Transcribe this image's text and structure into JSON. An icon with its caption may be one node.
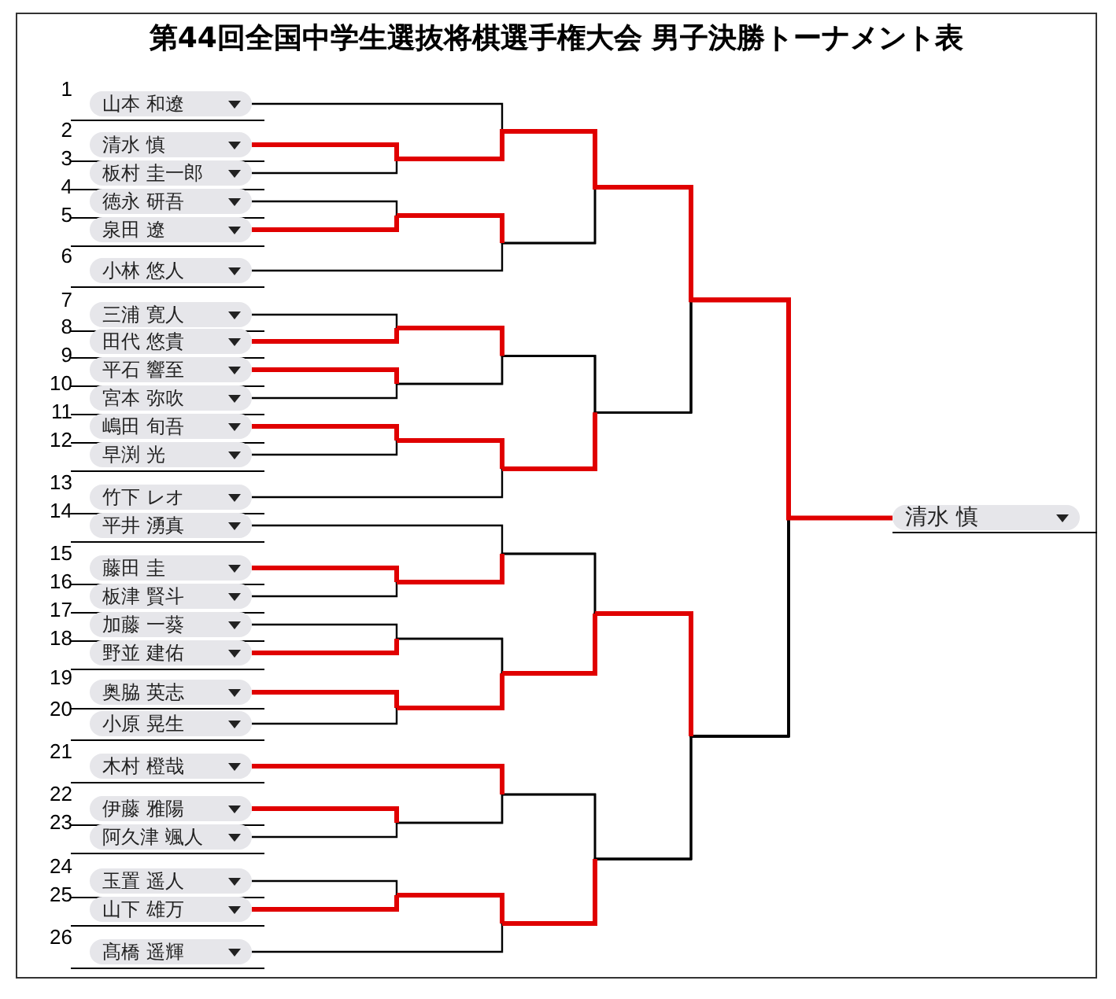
{
  "diagram": {
    "title": "第44回全国中学生選抜将棋選手権大会 男子決勝トーナメント表",
    "nodes": [
      {
        "text": [
          "山本 和遼"
        ]
      },
      {
        "text": [
          "清水 慎"
        ]
      },
      {
        "text": [
          "板村 圭一郎"
        ]
      },
      {
        "text": [
          "徳永 研吾"
        ]
      },
      {
        "text": [
          "泉田 遼"
        ]
      },
      {
        "text": [
          "小林 悠人"
        ]
      },
      {
        "text": [
          "三浦 寛人"
        ]
      },
      {
        "text": [
          "田代 悠貴"
        ]
      },
      {
        "text": [
          "平石 響至"
        ]
      },
      {
        "text": [
          "宮本 弥吹"
        ]
      },
      {
        "text": [
          "嶋田 旬吾"
        ]
      },
      {
        "text": [
          "早渕 光"
        ]
      },
      {
        "text": [
          "竹下 レオ"
        ]
      },
      {
        "text": [
          "平井 湧真"
        ]
      },
      {
        "text": [
          "藤田 圭"
        ]
      },
      {
        "text": [
          "板津 賢斗"
        ]
      },
      {
        "text": [
          "加藤 一葵"
        ]
      },
      {
        "text": [
          "野並 建佑"
        ]
      },
      {
        "text": [
          "奥脇 英志"
        ]
      },
      {
        "text": [
          "小原 晃生"
        ]
      },
      {
        "text": [
          "木村 橙哉"
        ]
      },
      {
        "text": [
          "伊藤 雅陽"
        ]
      },
      {
        "text": [
          "阿久津 颯人"
        ]
      },
      {
        "text": [
          "玉置 遥人"
        ]
      },
      {
        "text": [
          "山下 雄万"
        ]
      },
      {
        "text": [
          "髙橋 遥輝"
        ]
      },
      {
        "text": [
          "清水 慎"
        ]
      }
    ],
    "edges": [
      {
        "from": 0,
        "to": 26,
        "arrow": "none"
      },
      {
        "from": 1,
        "to": 26,
        "arrow": "none",
        "style": "thick",
        "color": "#e00000"
      },
      {
        "from": 2,
        "to": 26,
        "arrow": "none"
      },
      {
        "from": 3,
        "to": 26,
        "arrow": "none"
      },
      {
        "from": 4,
        "to": 26,
        "arrow": "none"
      },
      {
        "from": 5,
        "to": 26,
        "arrow": "none"
      },
      {
        "from": 6,
        "to": 26,
        "arrow": "none"
      },
      {
        "from": 7,
        "to": 26,
        "arrow": "none"
      },
      {
        "from": 8,
        "to": 26,
        "arrow": "none"
      },
      {
        "from": 9,
        "to": 26,
        "arrow": "none"
      },
      {
        "from": 10,
        "to": 26,
        "arrow": "none"
      },
      {
        "from": 11,
        "to": 26,
        "arrow": "none"
      },
      {
        "from": 12,
        "to": 26,
        "arrow": "none"
      },
      {
        "from": 13,
        "to": 26,
        "arrow": "none"
      },
      {
        "from": 14,
        "to": 26,
        "arrow": "none"
      },
      {
        "from": 15,
        "to": 26,
        "arrow": "none"
      },
      {
        "from": 16,
        "to": 26,
        "arrow": "none"
      },
      {
        "from": 17,
        "to": 26,
        "arrow": "none"
      },
      {
        "from": 18,
        "to": 26,
        "arrow": "none"
      },
      {
        "from": 19,
        "to": 26,
        "arrow": "none"
      },
      {
        "from": 20,
        "to": 26,
        "arrow": "none"
      },
      {
        "from": 21,
        "to": 26,
        "arrow": "none"
      },
      {
        "from": 22,
        "to": 26,
        "arrow": "none"
      },
      {
        "from": 23,
        "to": 26,
        "arrow": "none"
      },
      {
        "from": 24,
        "to": 26,
        "arrow": "none"
      },
      {
        "from": 25,
        "to": 26,
        "arrow": "none"
      }
    ],
    "labels": [
      "1",
      "2",
      "3",
      "4",
      "5",
      "6",
      "7",
      "8",
      "9",
      "10",
      "11",
      "12",
      "13",
      "14",
      "15",
      "16",
      "17",
      "18",
      "19",
      "20",
      "21",
      "22",
      "23",
      "24",
      "25",
      "26"
    ]
  }
}
